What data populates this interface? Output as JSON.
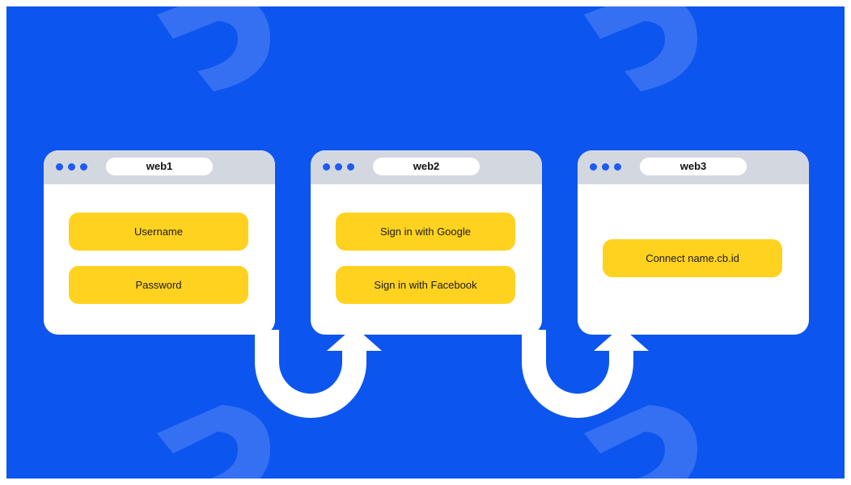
{
  "colors": {
    "background": "#0d55ef",
    "window": "#ffffff",
    "titlebar": "#d3d8e0",
    "dot": "#1f5bf2",
    "button": "#ffd21f"
  },
  "windows": [
    {
      "url": "web1",
      "buttons": [
        "Username",
        "Password"
      ]
    },
    {
      "url": "web2",
      "buttons": [
        "Sign in with Google",
        "Sign in with Facebook"
      ]
    },
    {
      "url": "web3",
      "buttons": [
        "Connect name.cb.id"
      ]
    }
  ],
  "icons": {
    "watermark": "eagle-logo-icon",
    "connector": "u-turn-arrow-icon"
  }
}
